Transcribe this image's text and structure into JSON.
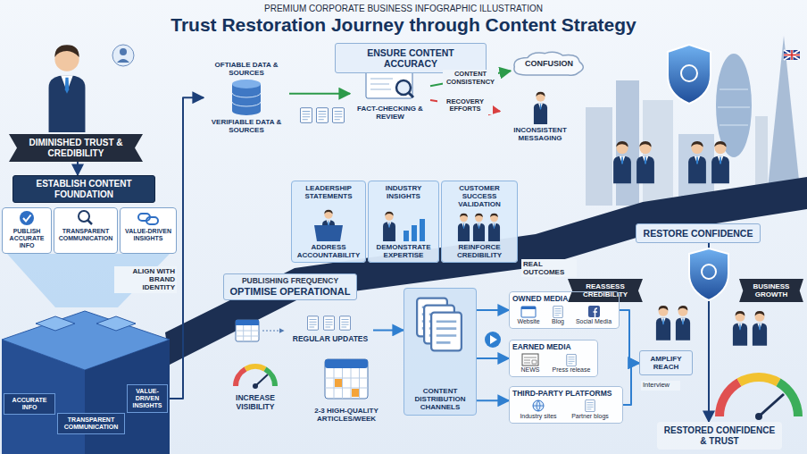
{
  "diagram": {
    "title": "Trust Restoration Journey through Content Strategy",
    "nodes": [
      {
        "text": [
          "DIMINISHED TRUST & CREDIBILITY"
        ]
      },
      {
        "text": [
          "ESTABLISH CONTENT FOUNDATION"
        ]
      },
      {
        "text": [
          "PUBLISH ACCURATE INFO"
        ]
      },
      {
        "text": [
          "TRANSPARENT COMMUNICATION"
        ]
      },
      {
        "text": [
          "VALUE-DRIVEN INSIGHTS"
        ]
      },
      {
        "text": [
          "ACCURATE INFO"
        ]
      },
      {
        "text": [
          "TRANSPARENT COMMUNICATION"
        ]
      },
      {
        "text": [
          "VALUE-DRIVEN INSIGHTS"
        ]
      },
      {
        "text": [
          "ENSURE CONTENT ACCURACY"
        ]
      },
      {
        "text": [
          "OFTIABLE DATA & SOURCES",
          "VERIFIABLE DATA & SOURCES"
        ]
      },
      {
        "text": [
          "FACT-CHECKING & REVIEW"
        ]
      },
      {
        "text": [
          "CONFUSION"
        ]
      },
      {
        "text": [
          "INCONSISTENT MESSAGING"
        ]
      },
      {
        "text": [
          "LEADERSHIP STATEMENTS",
          "ADDRESS ACCOUNTABILITY"
        ]
      },
      {
        "text": [
          "INDUSTRY INSIGHTS",
          "DEMONSTRATE EXPERTISE"
        ]
      },
      {
        "text": [
          "CUSTOMER SUCCESS VALIDATION",
          "REINFORCE CREDIBILITY"
        ]
      },
      {
        "text": [
          "RESTORE CONFIDENCE"
        ]
      },
      {
        "text": [
          "REASSESS CREDIBILITY"
        ]
      },
      {
        "text": [
          "BUSINESS GROWTH"
        ]
      },
      {
        "text": [
          "RESTORED CONFIDENCE & TRUST"
        ]
      },
      {
        "text": [
          "PUBLISHING FREQUENCY",
          "OPTIMISE OPERATIONAL"
        ]
      },
      {
        "text": [
          "REGULAR UPDATES"
        ]
      },
      {
        "text": [
          "2-3 HIGH-QUALITY ARTICLES/WEEK"
        ]
      },
      {
        "text": [
          "INCREASE VISIBILITY"
        ]
      },
      {
        "text": [
          "CONTENT DISTRIBUTION CHANNELS"
        ]
      },
      {
        "text": [
          "OWNED MEDIA",
          "Website",
          "Blog",
          "Social Media"
        ]
      },
      {
        "text": [
          "EARNED MEDIA",
          "NEWS",
          "Press release"
        ]
      },
      {
        "text": [
          "THIRD-PARTY PLATFORMS",
          "Industry sites",
          "Partner blogs"
        ]
      },
      {
        "text": [
          "AMPLIFY REACH"
        ]
      }
    ],
    "edges": [
      {
        "from": 0,
        "to": 1,
        "arrow": "to"
      },
      {
        "from": 7,
        "to": 9,
        "arrow": "to"
      },
      {
        "from": 9,
        "to": 10,
        "arrow": "to"
      },
      {
        "from": 10,
        "to": 11,
        "label": "CONTENT CONSISTENCY",
        "arrow": "to"
      },
      {
        "from": 10,
        "to": 12,
        "label": "RECOVERY EFFORTS",
        "arrow": "to"
      },
      {
        "from": 16,
        "to": 19,
        "arrow": "to"
      },
      {
        "from": 21,
        "to": 24,
        "arrow": "to"
      },
      {
        "from": 24,
        "to": 25,
        "arrow": "to"
      },
      {
        "from": 24,
        "to": 26,
        "arrow": "to"
      },
      {
        "from": 24,
        "to": 27,
        "arrow": "to"
      },
      {
        "from": 25,
        "to": 28,
        "arrow": "to"
      },
      {
        "from": 27,
        "to": 28,
        "arrow": "to"
      }
    ],
    "labels": [
      "PREMIUM CORPORATE BUSINESS INFOGRAPHIC ILLUSTRATION",
      "ALIGN WITH BRAND IDENTITY",
      "REAL OUTCOMES",
      "Interview"
    ]
  }
}
